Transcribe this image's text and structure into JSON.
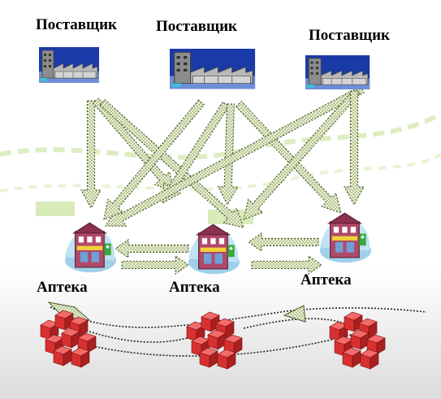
{
  "suppliers": [
    {
      "label": "Поставщик",
      "icon": "factory-icon"
    },
    {
      "label": "Поставщик",
      "icon": "factory-icon"
    },
    {
      "label": "Поставщик",
      "icon": "factory-icon"
    }
  ],
  "pharmacies": [
    {
      "label": "Аптека",
      "icon": "pharmacy-building-icon"
    },
    {
      "label": "Аптека",
      "icon": "pharmacy-building-icon"
    },
    {
      "label": "Аптека",
      "icon": "pharmacy-building-icon"
    }
  ],
  "customers": [
    {
      "icon": "boxes-stack-icon"
    },
    {
      "icon": "boxes-stack-icon"
    },
    {
      "icon": "boxes-stack-icon"
    }
  ],
  "colors": {
    "arrow_fill": "#e6f2c8",
    "arrow_stroke": "#4a5a2a",
    "factory_sky": "#1a3aa8",
    "pharmacy_wall": "#b04a6a",
    "box_red": "#d83030",
    "background_accent": "#cfe6a8"
  }
}
